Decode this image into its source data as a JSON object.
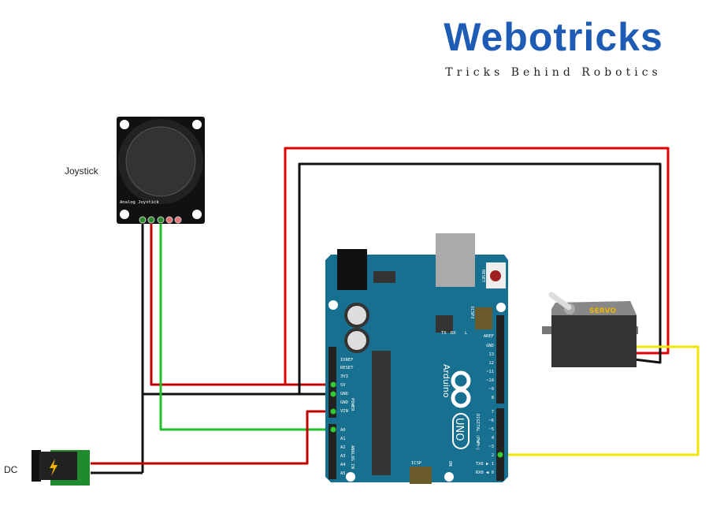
{
  "logo": {
    "title": "Webotricks",
    "tagline": "Tricks Behind Robotics",
    "brand_color": "#1d5bb5"
  },
  "labels": {
    "joystick": "Joystick",
    "dc": "DC"
  },
  "joystick": {
    "board_text": "Analog Joystick"
  },
  "servo": {
    "label": "SERVO"
  },
  "arduino": {
    "brand": "Arduino",
    "model": "UNO",
    "reset": "RESET",
    "icsp": "ICSP",
    "icsp2": "ICSP2",
    "on": "ON",
    "leds": [
      "TX",
      "RX",
      "L"
    ],
    "power_pins": [
      "IOREF",
      "RESET",
      "3V3",
      "5V",
      "GND",
      "GND",
      "VIN"
    ],
    "analog_pins": [
      "A0",
      "A1",
      "A2",
      "A3",
      "A4",
      "A5"
    ],
    "digital_pins_top": [
      "AREF",
      "GND",
      "13",
      "12",
      "~11",
      "~10",
      "~9",
      "8"
    ],
    "digital_pins_bottom": [
      "7",
      "~6",
      "~5",
      "4",
      "~3",
      "2",
      "TX0 ▶ 1",
      "RX0 ◀ 0"
    ],
    "section_power": "POWER",
    "section_analog": "ANALOG IN",
    "section_digital": "DIGITAL (PWM~)",
    "board_color": "#17708f"
  },
  "wire_colors": {
    "red": "#d10000",
    "black": "#111111",
    "green": "#22c02a",
    "yellow": "#f2e600"
  }
}
